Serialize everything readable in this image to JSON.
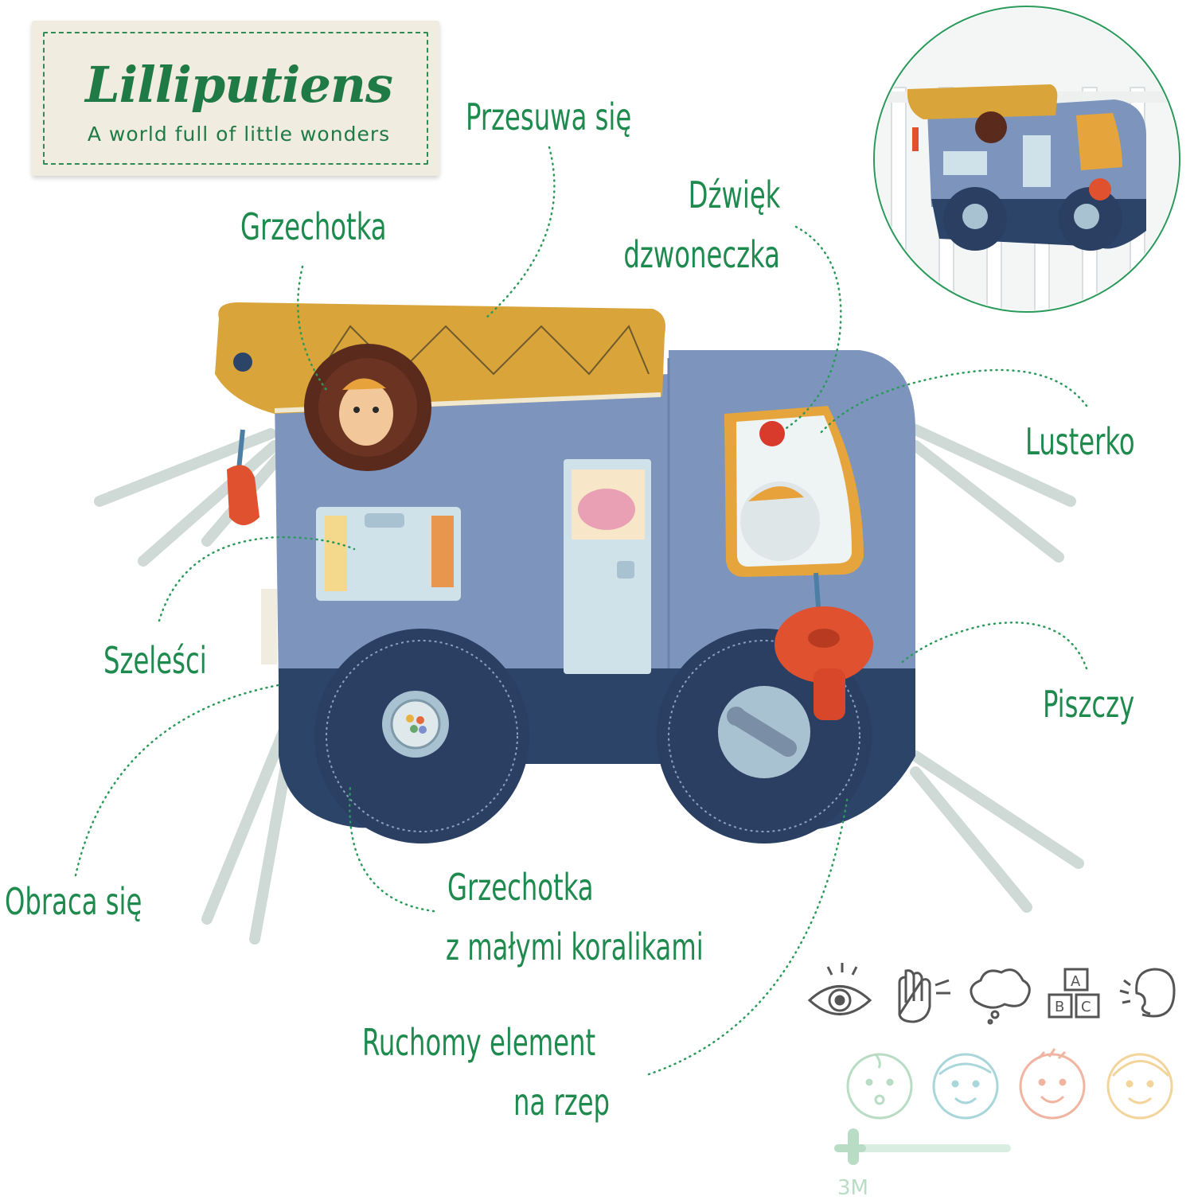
{
  "brand": {
    "name": "Lilliputiens",
    "tagline": "A world full of little wonders"
  },
  "features": {
    "przesuwa": "Przesuwa się",
    "grzechotka_top": "Grzechotka",
    "dzwiek_line1": "Dźwięk",
    "dzwiek_line2": "dzwoneczka",
    "lusterko": "Lusterko",
    "szelesci": "Szeleści",
    "piszczy": "Piszczy",
    "obraca": "Obraca się",
    "grzechotka_bottom_line1": "Grzechotka",
    "grzechotka_bottom_line2": "z małymi koralikami",
    "ruchomy_line1": "Ruchomy element",
    "ruchomy_line2": "na rzep"
  },
  "senses_icons": [
    "eye-icon",
    "hand-icon",
    "thought-cloud-icon",
    "abc-blocks-icon",
    "ear-icon"
  ],
  "age_faces": [
    "baby-face-icon",
    "toddler-face-icon",
    "child-face-icon",
    "kid-face-icon"
  ],
  "age": {
    "label": "3M"
  },
  "colors": {
    "green": "#1e8a4e",
    "truck_blue": "#7d95bd",
    "truck_navy": "#2c4468",
    "mustard": "#d9a43a",
    "orange_red": "#e0512f"
  }
}
